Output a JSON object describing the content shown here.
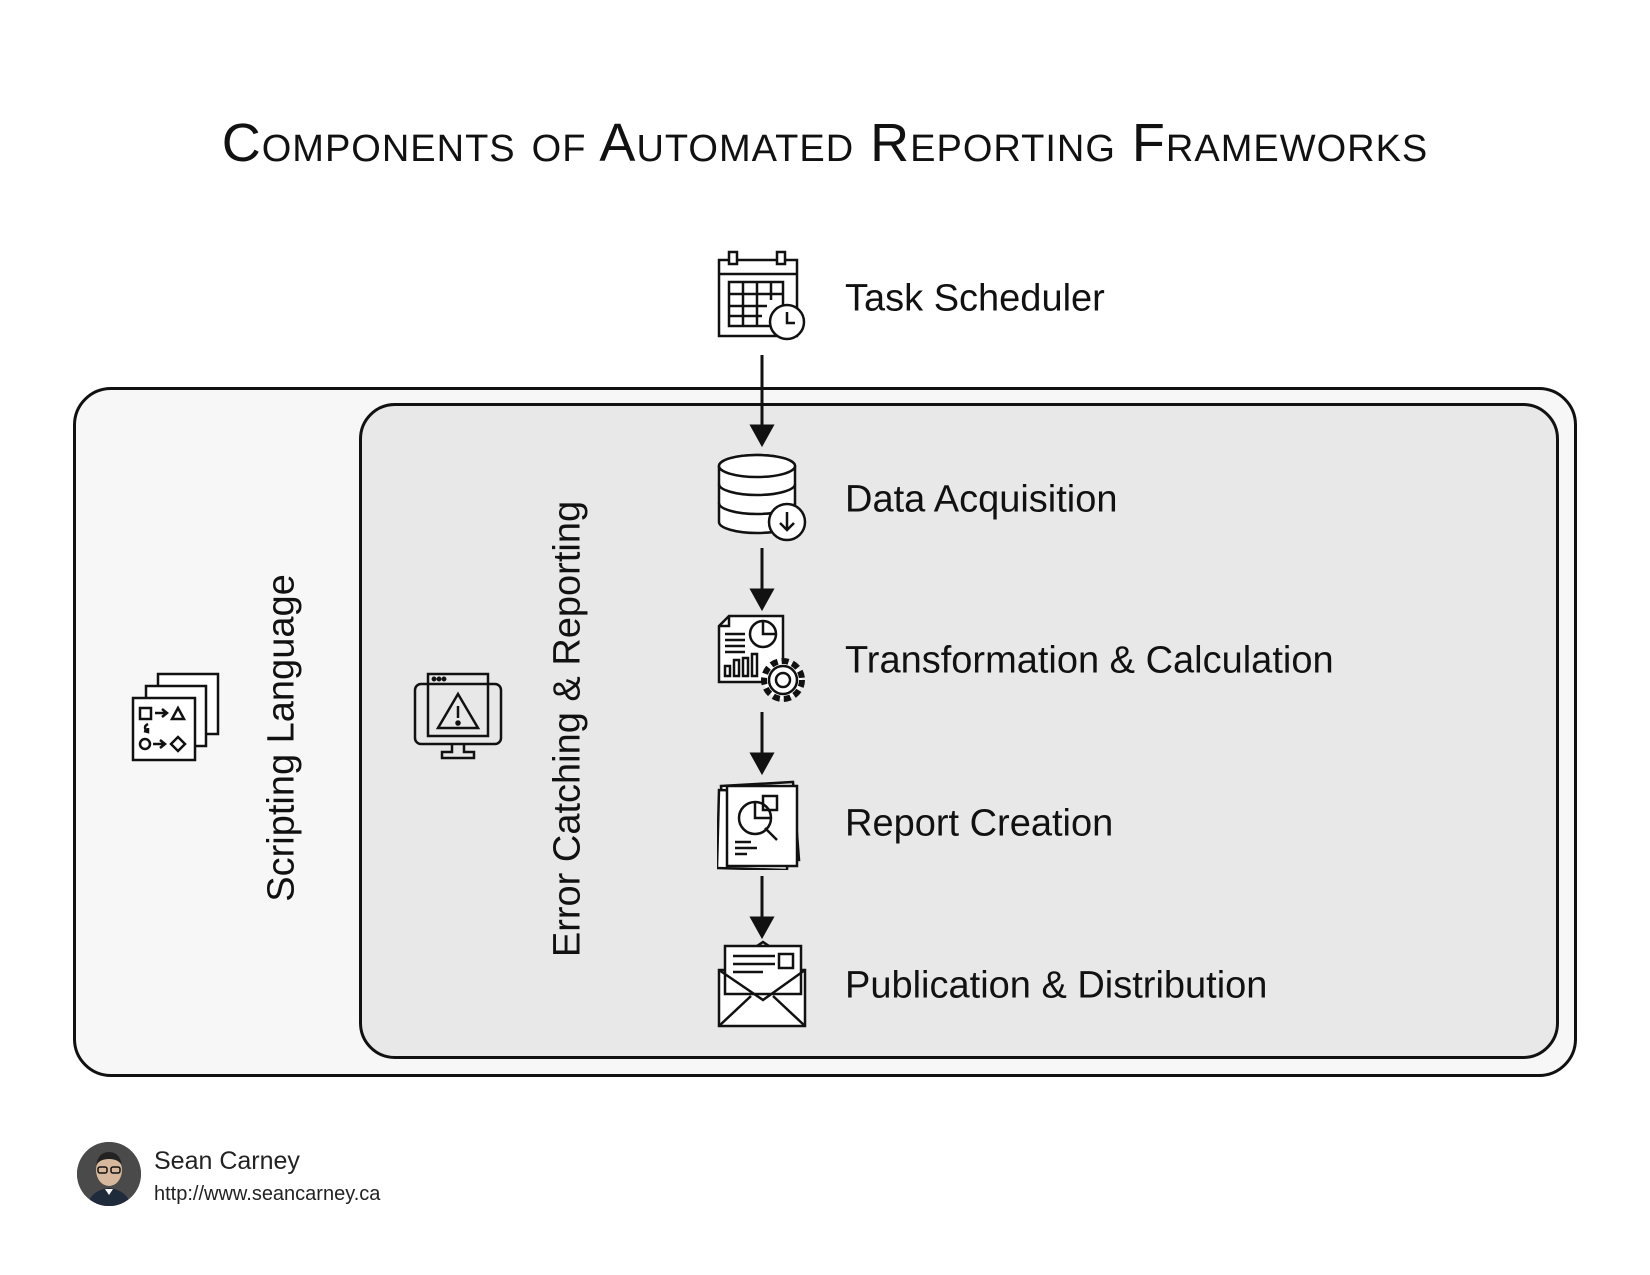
{
  "title": "Components of Automated Reporting Frameworks",
  "scripting_language": {
    "label": "Scripting Language",
    "icon": "flowchart-pages-icon"
  },
  "error_handling": {
    "label": "Error Catching & Reporting",
    "icon": "monitor-warning-icon"
  },
  "steps": [
    {
      "label": "Task Scheduler",
      "icon": "calendar-clock-icon"
    },
    {
      "label": "Data Acquisition",
      "icon": "database-download-icon"
    },
    {
      "label": "Transformation & Calculation",
      "icon": "report-gear-icon"
    },
    {
      "label": "Report Creation",
      "icon": "documents-chart-icon"
    },
    {
      "label": "Publication & Distribution",
      "icon": "envelope-letter-icon"
    }
  ],
  "author": {
    "name": "Sean Carney",
    "url": "http://www.seancarney.ca"
  }
}
